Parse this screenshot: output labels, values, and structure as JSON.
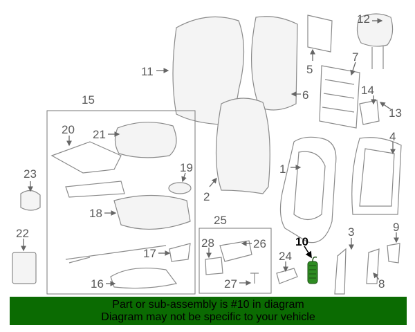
{
  "diagram": {
    "selected_part": "10",
    "highlight_color": "#2e8b22",
    "callouts": [
      "1",
      "2",
      "3",
      "4",
      "5",
      "6",
      "7",
      "8",
      "9",
      "10",
      "11",
      "12",
      "13",
      "14",
      "15",
      "16",
      "17",
      "18",
      "19",
      "20",
      "21",
      "22",
      "23",
      "24",
      "25",
      "26",
      "27",
      "28"
    ]
  },
  "banner": {
    "line1": "Part or sub-assembly is #10 in diagram",
    "line2": "Diagram may not be specific to your vehicle",
    "background": "#0b6b02"
  }
}
